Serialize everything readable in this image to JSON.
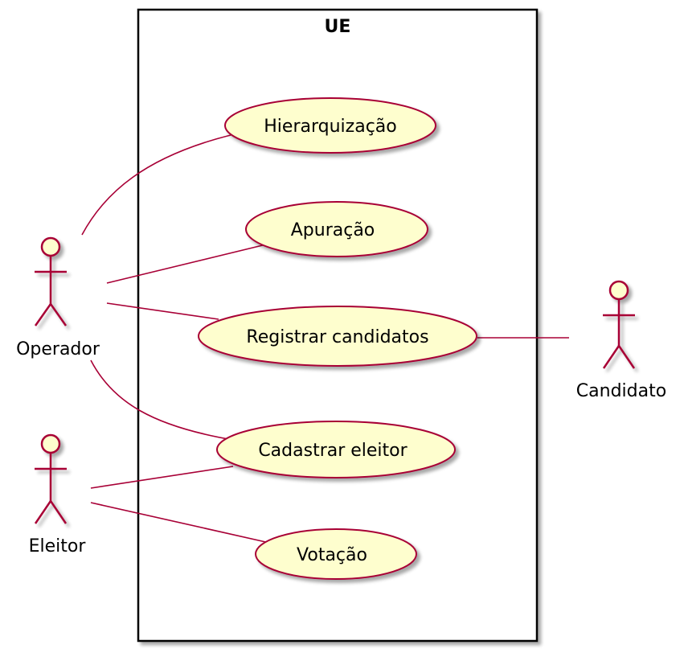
{
  "system_boundary": {
    "title": "UE"
  },
  "actors": {
    "operador": {
      "label": "Operador"
    },
    "eleitor": {
      "label": "Eleitor"
    },
    "candidato": {
      "label": "Candidato"
    }
  },
  "use_cases": {
    "hierarquizacao": {
      "label": "Hierarquização"
    },
    "apuracao": {
      "label": "Apuração"
    },
    "registrar_candidatos": {
      "label": "Registrar candidatos"
    },
    "cadastrar_eleitor": {
      "label": "Cadastrar eleitor"
    },
    "votacao": {
      "label": "Votação"
    }
  },
  "associations": [
    {
      "from": "Operador",
      "to": "Hierarquização"
    },
    {
      "from": "Operador",
      "to": "Apuração"
    },
    {
      "from": "Operador",
      "to": "Registrar candidatos"
    },
    {
      "from": "Operador",
      "to": "Cadastrar eleitor"
    },
    {
      "from": "Eleitor",
      "to": "Cadastrar eleitor"
    },
    {
      "from": "Eleitor",
      "to": "Votação"
    },
    {
      "from": "Registrar candidatos",
      "to": "Candidato"
    }
  ],
  "colors": {
    "stroke": "#A80036",
    "fill": "#FEFECE",
    "boundary": "#000000",
    "shadow": "#C8C8C8"
  }
}
